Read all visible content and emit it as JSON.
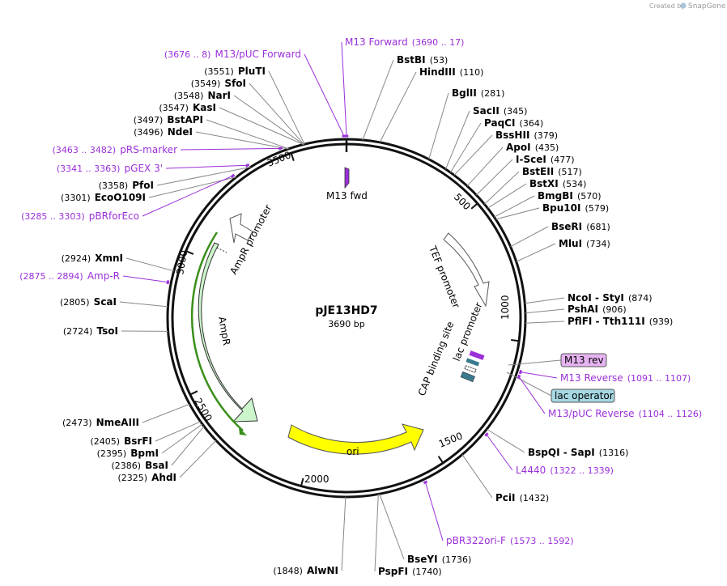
{
  "header": {
    "credit_prefix": "Created by",
    "credit_app": "SnapGene"
  },
  "plasmid": {
    "name": "pJE13HD7",
    "length_label": "3690 bp",
    "length_bp": 3690
  },
  "ticks": [
    {
      "bp": 500,
      "label": "500"
    },
    {
      "bp": 1000,
      "label": "1000"
    },
    {
      "bp": 1500,
      "label": "1500"
    },
    {
      "bp": 2000,
      "label": "2000"
    },
    {
      "bp": 2500,
      "label": "2500"
    },
    {
      "bp": 3000,
      "label": "3000"
    },
    {
      "bp": 3500,
      "label": "3500"
    }
  ],
  "sites": [
    {
      "name": "BstBI",
      "pos": "(53)",
      "bp": 53
    },
    {
      "name": "HindIII",
      "pos": "(110)",
      "bp": 110
    },
    {
      "name": "BglII",
      "pos": "(281)",
      "bp": 281
    },
    {
      "name": "SacII",
      "pos": "(345)",
      "bp": 345
    },
    {
      "name": "PaqCI",
      "pos": "(364)",
      "bp": 364
    },
    {
      "name": "BssHII",
      "pos": "(379)",
      "bp": 379
    },
    {
      "name": "ApoI",
      "pos": "(435)",
      "bp": 435
    },
    {
      "name": "I-SceI",
      "pos": "(477)",
      "bp": 477
    },
    {
      "name": "BstEII",
      "pos": "(517)",
      "bp": 517
    },
    {
      "name": "BstXI",
      "pos": "(534)",
      "bp": 534
    },
    {
      "name": "BmgBI",
      "pos": "(570)",
      "bp": 570
    },
    {
      "name": "Bpu10I",
      "pos": "(579)",
      "bp": 579
    },
    {
      "name": "BseRI",
      "pos": "(681)",
      "bp": 681
    },
    {
      "name": "MluI",
      "pos": "(734)",
      "bp": 734
    },
    {
      "name": "NcoI  - StyI",
      "pos": "(874)",
      "bp": 874
    },
    {
      "name": "PshAI",
      "pos": "(906)",
      "bp": 906
    },
    {
      "name": "PflFI  - Tth111I",
      "pos": "(939)",
      "bp": 939
    },
    {
      "name": "BspQI  - SapI",
      "pos": "(1316)",
      "bp": 1316
    },
    {
      "name": "PciI",
      "pos": "(1432)",
      "bp": 1432
    },
    {
      "name": "BseYI",
      "pos": "(1736)",
      "bp": 1736
    },
    {
      "name": "PspFI",
      "pos": "(1740)",
      "bp": 1740
    },
    {
      "name": "AlwNI",
      "pos": "(1848)",
      "bp": 1848
    },
    {
      "name": "AhdI",
      "pos": "(2325)",
      "bp": 2325
    },
    {
      "name": "BsaI",
      "pos": "(2386)",
      "bp": 2386
    },
    {
      "name": "BpmI",
      "pos": "(2395)",
      "bp": 2395
    },
    {
      "name": "BsrFI",
      "pos": "(2405)",
      "bp": 2405
    },
    {
      "name": "NmeAIII",
      "pos": "(2473)",
      "bp": 2473
    },
    {
      "name": "TsoI",
      "pos": "(2724)",
      "bp": 2724
    },
    {
      "name": "ScaI",
      "pos": "(2805)",
      "bp": 2805
    },
    {
      "name": "XmnI",
      "pos": "(2924)",
      "bp": 2924
    },
    {
      "name": "EcoO109I",
      "pos": "(3301)",
      "bp": 3301
    },
    {
      "name": "PfoI",
      "pos": "(3358)",
      "bp": 3358
    },
    {
      "name": "NdeI",
      "pos": "(3496)",
      "bp": 3496
    },
    {
      "name": "BstAPI",
      "pos": "(3497)",
      "bp": 3497
    },
    {
      "name": "KasI",
      "pos": "(3547)",
      "bp": 3547
    },
    {
      "name": "NarI",
      "pos": "(3548)",
      "bp": 3548
    },
    {
      "name": "SfoI",
      "pos": "(3549)",
      "bp": 3549
    },
    {
      "name": "PluTI",
      "pos": "(3551)",
      "bp": 3551
    }
  ],
  "primers": [
    {
      "name": "M13 Forward",
      "pos": "(3690 .. 17)",
      "bp": 3690
    },
    {
      "name": "M13/pUC Forward",
      "pos": "(3676 .. 8)",
      "bp": 3682
    },
    {
      "name": "pRS-marker",
      "pos": "(3463 .. 3482)",
      "bp": 3472
    },
    {
      "name": "pGEX 3'",
      "pos": "(3341 .. 3363)",
      "bp": 3352
    },
    {
      "name": "pBRforEco",
      "pos": "(3285 .. 3303)",
      "bp": 3294
    },
    {
      "name": "Amp-R",
      "pos": "(2875 .. 2894)",
      "bp": 2884
    },
    {
      "name": "M13 Reverse",
      "pos": "(1091 .. 1107)",
      "bp": 1099
    },
    {
      "name": "M13/pUC Reverse",
      "pos": "(1104 .. 1126)",
      "bp": 1115
    },
    {
      "name": "L4440",
      "pos": "(1322 .. 1339)",
      "bp": 1330
    },
    {
      "name": "pBR322ori-F",
      "pos": "(1573 .. 1592)",
      "bp": 1582
    }
  ],
  "features": {
    "m13_fwd": "M13 fwd",
    "tef_promoter": "TEF promoter",
    "ampr_promoter": "AmpR promoter",
    "ampr": "AmpR",
    "ori": "ori",
    "lac_promoter": "lac promoter",
    "cap_site": "CAP binding site",
    "m13_rev_box": "M13 rev",
    "lac_operator_box": "lac operator"
  },
  "colors": {
    "primer": "#9b30d9",
    "ampr_fill": "#ccf5cc",
    "ori_fill": "#ffff00",
    "m13_rev_fill": "#e6b3f2",
    "lac_operator_fill": "#a6d8e3",
    "lac_feature": "#3a7a8c",
    "ampr_bar": "#3a8f1a"
  }
}
